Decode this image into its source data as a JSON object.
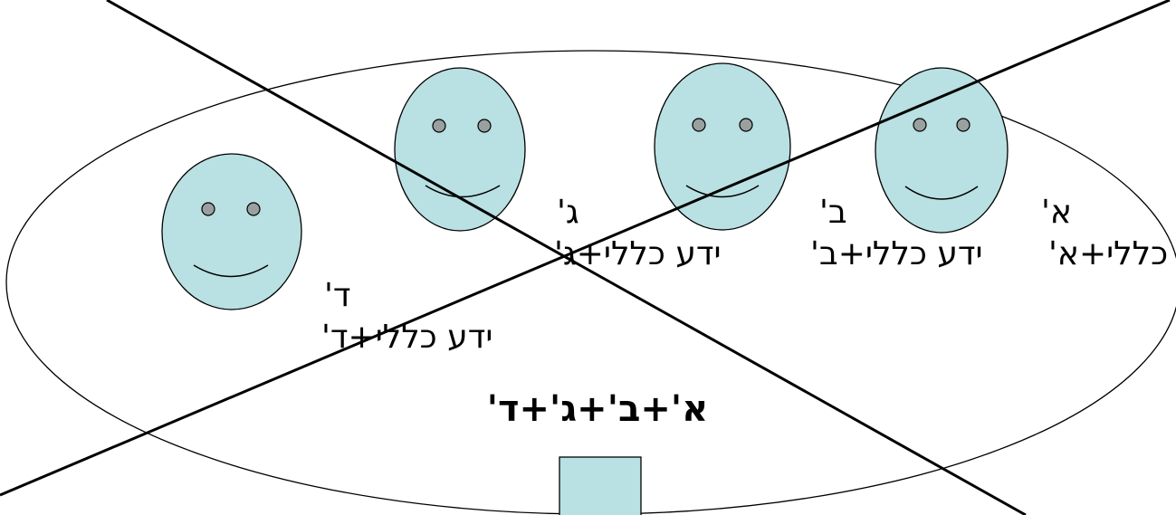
{
  "people": [
    {
      "letter": "א'",
      "knowledge": "ידע כללי+א'"
    },
    {
      "letter": "ב'",
      "knowledge": "ידע כללי+ב'"
    },
    {
      "letter": "ג'",
      "knowledge": "ידע כללי+ג'"
    },
    {
      "letter": "ד'",
      "knowledge": "ידע כללי+ד'"
    }
  ],
  "combined_label": "א'+ב'+ג'+ד'",
  "colors": {
    "face_fill": "#b9e0e2",
    "stroke": "#000000",
    "eye_fill": "#9aa0a0",
    "box_fill": "#b9e0e2"
  }
}
